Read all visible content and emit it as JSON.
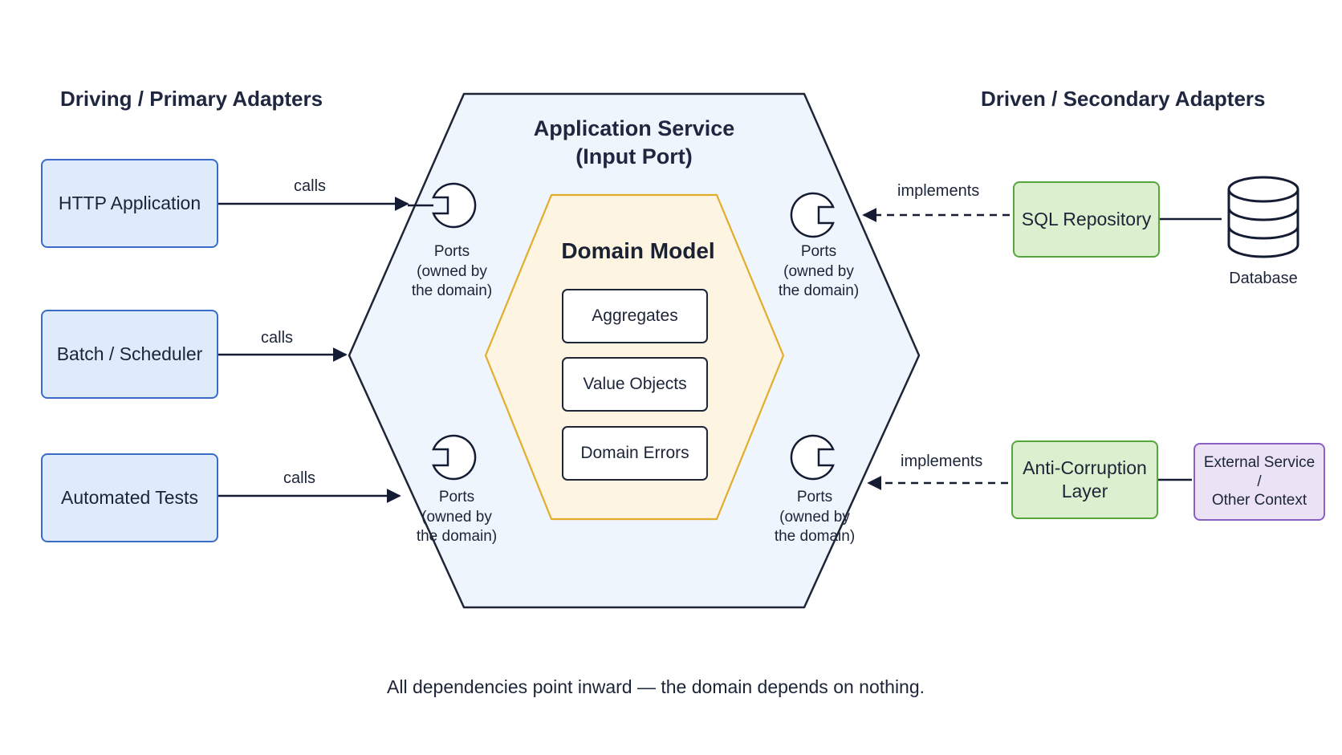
{
  "sections": {
    "driving_title": "Driving / Primary Adapters",
    "driven_title": "Driven / Secondary Adapters"
  },
  "primary_adapters": [
    {
      "label": "HTTP Application",
      "edge_label": "calls"
    },
    {
      "label": "Batch / Scheduler",
      "edge_label": "calls"
    },
    {
      "label": "Automated Tests",
      "edge_label": "calls"
    }
  ],
  "application_service": {
    "title_line1": "Application Service",
    "title_line2": "(Input Port)"
  },
  "domain_model": {
    "title": "Domain Model",
    "items": [
      "Aggregates",
      "Value Objects",
      "Domain Errors"
    ]
  },
  "ports": {
    "line1": "Ports",
    "line2": "(owned by",
    "line3": "the domain)"
  },
  "secondary_adapters": [
    {
      "label": "SQL Repository",
      "edge_label": "implements"
    },
    {
      "label_line1": "Anti-Corruption",
      "label_line2": "Layer",
      "edge_label": "implements"
    }
  ],
  "external": {
    "database": "Database",
    "external_service_line1": "External Service /",
    "external_service_line2": "Other Context"
  },
  "footer": "All dependencies point inward — the domain depends on nothing.",
  "colors": {
    "primary_fill": "#ddebfb",
    "primary_border": "#3b6bc9",
    "hex_fill": "#eef5fd",
    "hex_border": "#1d2536",
    "domain_fill": "#fdf5e2",
    "domain_border": "#e3ad2b",
    "adapter_fill": "#dcf0cf",
    "adapter_border": "#56a63c",
    "external_fill": "#ebe2f6",
    "external_border": "#8a60c4",
    "arrow": "#141c33"
  }
}
